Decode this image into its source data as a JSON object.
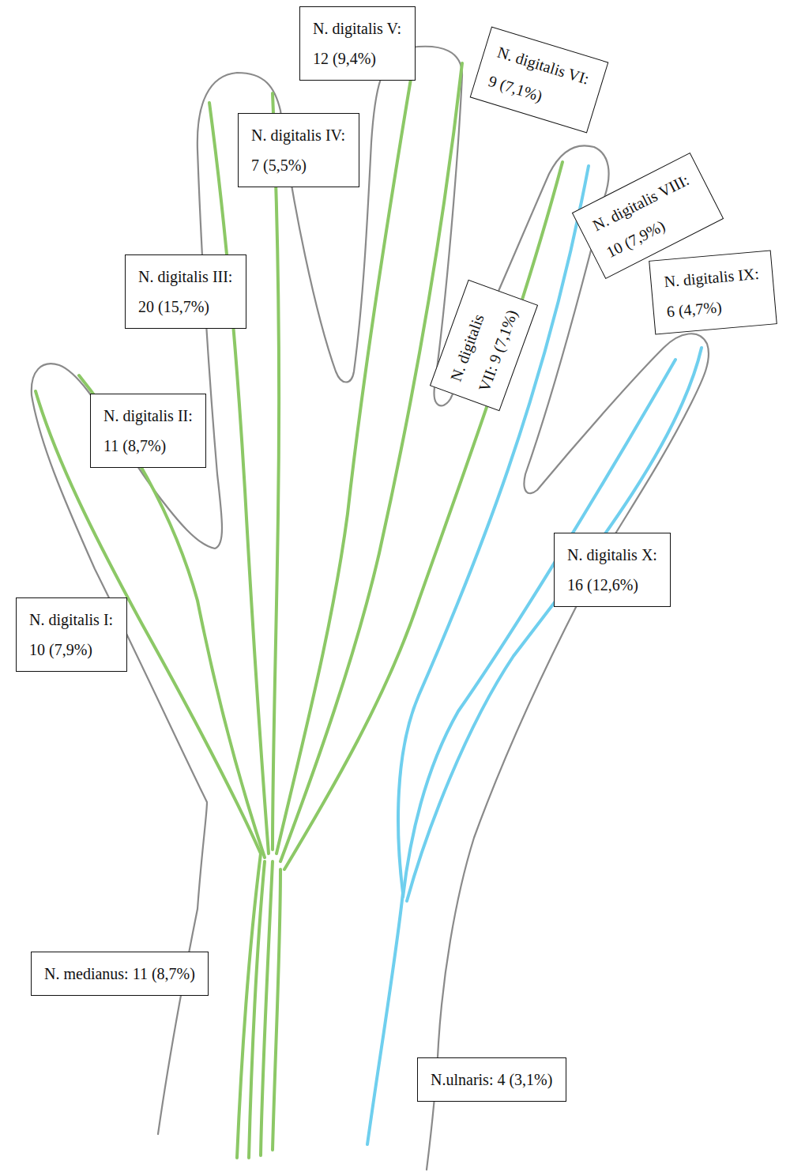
{
  "diagram": {
    "nodes": [
      {
        "text": [
          "N. digitalis V:",
          "12 (9,4%)"
        ]
      },
      {
        "text": [
          "N. digitalis VI:",
          "9 (7,1%)"
        ]
      },
      {
        "text": [
          "N. digitalis IV:",
          "7 (5,5%)"
        ]
      },
      {
        "text": [
          "N. digitalis VIII:",
          "10 (7,9%)"
        ]
      },
      {
        "text": [
          "N. digitalis III:",
          "20 (15,7%)"
        ]
      },
      {
        "text": [
          "N. digitalis IX:",
          "6 (4,7%)"
        ]
      },
      {
        "text": [
          "N. digitalis",
          "VII: 9 (7,1%)"
        ]
      },
      {
        "text": [
          "N. digitalis II:",
          "11 (8,7%)"
        ]
      },
      {
        "text": [
          "N. digitalis X:",
          "16 (12,6%)"
        ]
      },
      {
        "text": [
          "N. digitalis I:",
          "10 (7,9%)"
        ]
      },
      {
        "text": [
          "N. medianus: 11 (8,7%)"
        ]
      },
      {
        "text": [
          "N.ulnaris: 4 (3,1%)"
        ]
      }
    ]
  }
}
